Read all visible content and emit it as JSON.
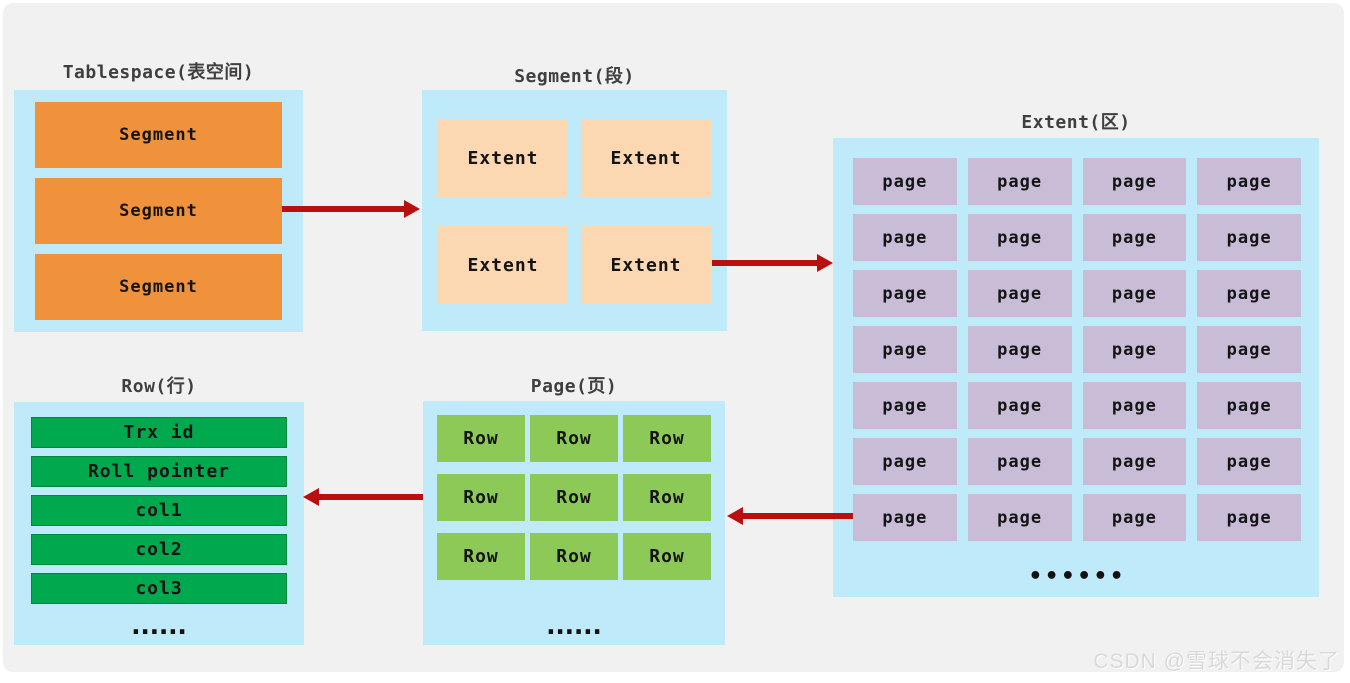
{
  "watermark": "CSDN @雪球不会消失了",
  "colors": {
    "card_bg": "#f1f1f1",
    "panel_bg": "#bfeafa",
    "segment_fill": "#f0923c",
    "extent_fill": "#fbd8b2",
    "page_fill": "#c8bcd6",
    "row_fill": "#8dc956",
    "field_fill": "#00a84e",
    "arrow": "#b90f0f",
    "title_text": "#3f3f3f",
    "label_text": "#141414"
  },
  "tablespace": {
    "title": "Tablespace(表空间)",
    "items": [
      "Segment",
      "Segment",
      "Segment"
    ]
  },
  "segment": {
    "title": "Segment(段)",
    "items": [
      "Extent",
      "Extent",
      "Extent",
      "Extent"
    ]
  },
  "extent": {
    "title": "Extent(区)",
    "cell_label": "page",
    "rows": 7,
    "cols": 4,
    "dots": "••••••"
  },
  "page": {
    "title": "Page(页)",
    "cell_label": "Row",
    "rows": 3,
    "cols": 3,
    "dots": "......"
  },
  "row": {
    "title": "Row(行)",
    "items": [
      "Trx id",
      "Roll pointer",
      "col1",
      "col2",
      "col3"
    ],
    "dots": "......"
  }
}
